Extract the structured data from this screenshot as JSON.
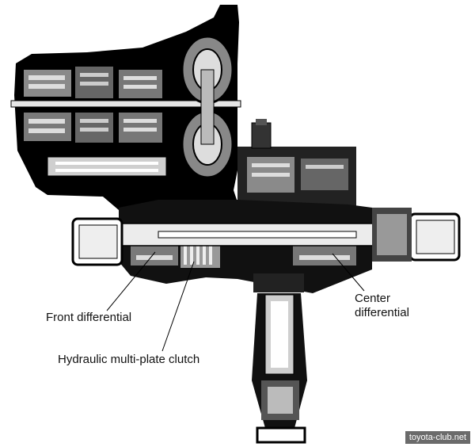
{
  "labels": {
    "front_differential": "Front differential",
    "hydraulic_clutch": "Hydraulic multi-plate clutch",
    "center_differential_line1": "Center",
    "center_differential_line2": "differential"
  },
  "watermark": "toyota-club.net",
  "colors": {
    "background": "#ffffff",
    "ink": "#000000",
    "mid_gray": "#777777",
    "light_gray": "#d6d6d6"
  }
}
